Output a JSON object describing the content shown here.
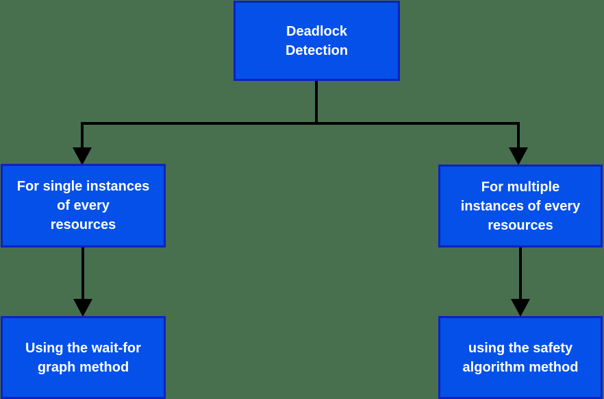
{
  "diagram": {
    "type": "flowchart",
    "colors": {
      "background": "#48704F",
      "node_fill": "#0450E9",
      "node_border": "#0D22C1",
      "text": "#FFFFFF",
      "connector": "#000000"
    },
    "nodes": {
      "root": {
        "label": "Deadlock\nDetection"
      },
      "left_branch": {
        "label": "For single instances\nof every\nresources"
      },
      "right_branch": {
        "label": "For multiple\ninstances of every\nresources"
      },
      "left_leaf": {
        "label": "Using the wait-for\ngraph method"
      },
      "right_leaf": {
        "label": "using the safety\nalgorithm method"
      }
    },
    "edges": [
      {
        "from": "root",
        "to": "left_branch"
      },
      {
        "from": "root",
        "to": "right_branch"
      },
      {
        "from": "left_branch",
        "to": "left_leaf"
      },
      {
        "from": "right_branch",
        "to": "right_leaf"
      }
    ]
  }
}
